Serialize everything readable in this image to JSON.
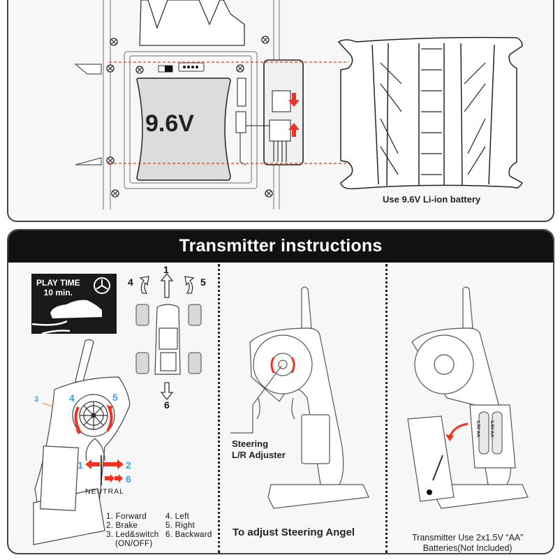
{
  "battery_section": {
    "battery_label": "9.6V",
    "caption": "Use 9.6V Li-ion battery",
    "arrow_color": "#ee3322",
    "guide_line_color": "#e8552a"
  },
  "transmitter_section": {
    "title": "Transmitter instructions",
    "play_time": {
      "line1": "PLAY TIME",
      "line2": "10 min."
    },
    "direction_numbers": [
      "1",
      "4",
      "5",
      "6"
    ],
    "transmitter_callouts": [
      "3",
      "4",
      "5",
      "1",
      "2",
      "6"
    ],
    "neutral_label": "NEUTRAL",
    "legend": {
      "col1": [
        "1. Forward",
        "2. Brake",
        "3. Led&switch",
        "(ON/OFF)"
      ],
      "col2": [
        "4. Left",
        "5. Right",
        "6. Backward"
      ]
    },
    "steering": {
      "label_line1": "Steering",
      "label_line2": "L/R Adjuster",
      "caption": "To adjust Steering Angel"
    },
    "battery_install": {
      "cell1": "1.5V AA",
      "cell2": "1.5V AA",
      "caption_line1": "Transmitter Use 2x1.5V “AA”",
      "caption_line2": "Batteries(Not Included)"
    },
    "colors": {
      "accent_red": "#ee3322",
      "callout_blue": "#3aa0e8",
      "header_bg": "#111111"
    }
  }
}
